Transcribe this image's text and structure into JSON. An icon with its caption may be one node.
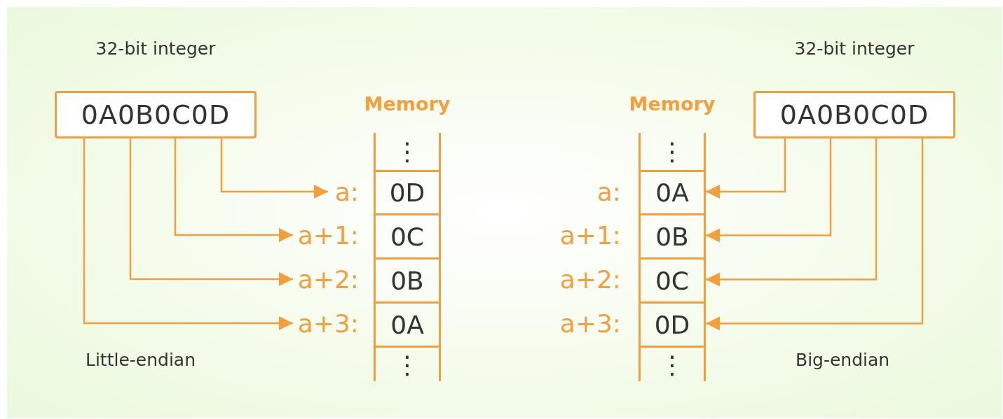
{
  "diagram": {
    "nodes": [
      {
        "text": [
          "32-bit integer",
          "0A0B0C0D"
        ]
      },
      {
        "text": [
          "Memory"
        ]
      },
      {
        "text": [
          "⋮"
        ],
        "in": 1
      },
      {
        "text": [
          "0D"
        ],
        "in": 1
      },
      {
        "text": [
          "0C"
        ],
        "in": 1
      },
      {
        "text": [
          "0B"
        ],
        "in": 1
      },
      {
        "text": [
          "0A"
        ],
        "in": 1
      },
      {
        "text": [
          "⋮"
        ],
        "in": 1
      },
      {
        "text": [
          "a:"
        ]
      },
      {
        "text": [
          "a+1:"
        ]
      },
      {
        "text": [
          "a+2:"
        ]
      },
      {
        "text": [
          "a+3:"
        ]
      },
      {
        "text": [
          "a:"
        ]
      },
      {
        "text": [
          "a+1:"
        ]
      },
      {
        "text": [
          "a+2:"
        ]
      },
      {
        "text": [
          "a+3:"
        ]
      },
      {
        "text": [
          "Memory"
        ]
      },
      {
        "text": [
          "⋮"
        ],
        "in": 16
      },
      {
        "text": [
          "0A"
        ],
        "in": 16
      },
      {
        "text": [
          "0B"
        ],
        "in": 16
      },
      {
        "text": [
          "0C"
        ],
        "in": 16
      },
      {
        "text": [
          "0D"
        ],
        "in": 16
      },
      {
        "text": [
          "⋮"
        ],
        "in": 16
      },
      {
        "text": [
          "32-bit integer",
          "0A0B0C0D"
        ]
      }
    ],
    "edges": [
      {
        "from": 0,
        "to": 8,
        "arrow": "to"
      },
      {
        "from": 0,
        "to": 9,
        "arrow": "to"
      },
      {
        "from": 0,
        "to": 10,
        "arrow": "to"
      },
      {
        "from": 0,
        "to": 11,
        "arrow": "to"
      },
      {
        "from": 23,
        "to": 18,
        "arrow": "to"
      },
      {
        "from": 23,
        "to": 19,
        "arrow": "to"
      },
      {
        "from": 23,
        "to": 20,
        "arrow": "to"
      },
      {
        "from": 23,
        "to": 21,
        "arrow": "to"
      }
    ],
    "labels": [
      "Little-endian",
      "Big-endian"
    ]
  }
}
